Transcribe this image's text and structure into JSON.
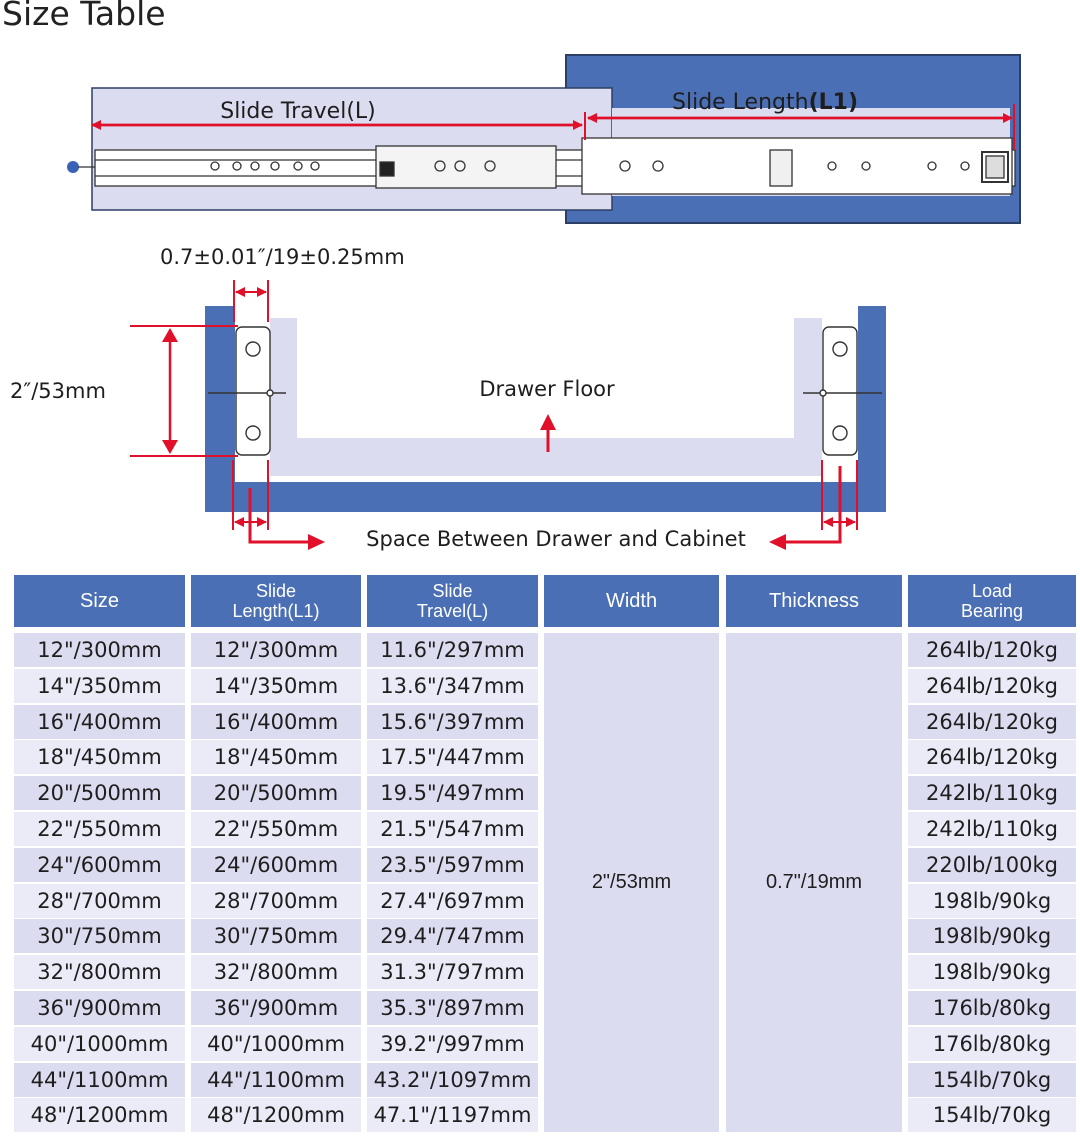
{
  "title": "Size Table",
  "diagram": {
    "slide_travel_label": "Slide Travel(L)",
    "slide_length_label_prefix": "Slide Length",
    "slide_length_label_suffix": "(L1)",
    "thickness_label": "0.7±0.01″/19±0.25mm",
    "height_label": "2″/53mm",
    "drawer_floor_label": "Drawer Floor",
    "space_label": "Space Between Drawer and Cabinet",
    "colors": {
      "cabinet_blue": "#4b6fb5",
      "dimension_red": "#e0102a",
      "drawer_lavender": "#dcdcf0"
    }
  },
  "table": {
    "headers": [
      {
        "lines": [
          "Size"
        ]
      },
      {
        "lines": [
          "Slide",
          "Length(L1)"
        ]
      },
      {
        "lines": [
          "Slide",
          "Travel(L)"
        ]
      },
      {
        "lines": [
          "Width"
        ]
      },
      {
        "lines": [
          "Thickness"
        ]
      },
      {
        "lines": [
          "Load",
          "Bearing"
        ]
      }
    ],
    "width_value": "2\"/53mm",
    "thickness_value": "0.7\"/19mm",
    "rows": [
      {
        "size": "12\"/300mm",
        "length": "12\"/300mm",
        "travel": "11.6\"/297mm",
        "load": "264lb/120kg"
      },
      {
        "size": "14\"/350mm",
        "length": "14\"/350mm",
        "travel": "13.6\"/347mm",
        "load": "264lb/120kg"
      },
      {
        "size": "16\"/400mm",
        "length": "16\"/400mm",
        "travel": "15.6\"/397mm",
        "load": "264lb/120kg"
      },
      {
        "size": "18\"/450mm",
        "length": "18\"/450mm",
        "travel": "17.5\"/447mm",
        "load": "264lb/120kg"
      },
      {
        "size": "20\"/500mm",
        "length": "20\"/500mm",
        "travel": "19.5\"/497mm",
        "load": "242lb/110kg"
      },
      {
        "size": "22\"/550mm",
        "length": "22\"/550mm",
        "travel": "21.5\"/547mm",
        "load": "242lb/110kg"
      },
      {
        "size": "24\"/600mm",
        "length": "24\"/600mm",
        "travel": "23.5\"/597mm",
        "load": "220lb/100kg"
      },
      {
        "size": "28\"/700mm",
        "length": "28\"/700mm",
        "travel": "27.4\"/697mm",
        "load": "198lb/90kg"
      },
      {
        "size": "30\"/750mm",
        "length": "30\"/750mm",
        "travel": "29.4\"/747mm",
        "load": "198lb/90kg"
      },
      {
        "size": "32\"/800mm",
        "length": "32\"/800mm",
        "travel": "31.3\"/797mm",
        "load": "198lb/90kg"
      },
      {
        "size": "36\"/900mm",
        "length": "36\"/900mm",
        "travel": "35.3\"/897mm",
        "load": "176lb/80kg"
      },
      {
        "size": "40\"/1000mm",
        "length": "40\"/1000mm",
        "travel": "39.2\"/997mm",
        "load": "176lb/80kg"
      },
      {
        "size": "44\"/1100mm",
        "length": "44\"/1100mm",
        "travel": "43.2\"/1097mm",
        "load": "154lb/70kg"
      },
      {
        "size": "48\"/1200mm",
        "length": "48\"/1200mm",
        "travel": "47.1\"/1197mm",
        "load": "154lb/70kg"
      }
    ]
  }
}
